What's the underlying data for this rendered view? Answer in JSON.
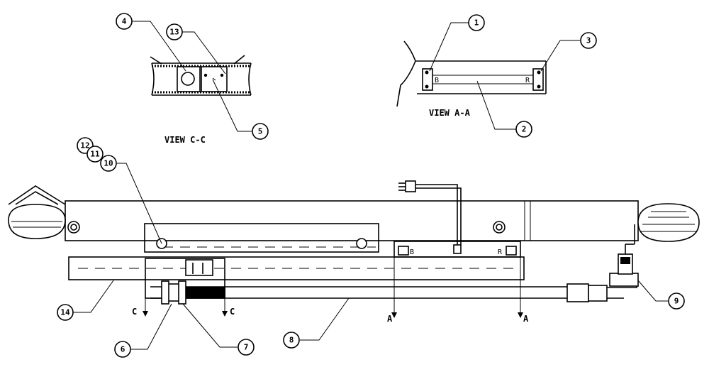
{
  "views": {
    "view_cc_label": "VIEW C-C",
    "view_aa_label": "VIEW A-A",
    "cc_left_section": "C",
    "cc_right_section": "C",
    "aa_left_section": "A",
    "aa_right_section": "A",
    "sensor_marker_left": "B",
    "sensor_marker_right": "R"
  },
  "balloons": {
    "b1": "1",
    "b2": "2",
    "b3": "3",
    "b4": "4",
    "b5": "5",
    "b6": "6",
    "b7": "7",
    "b8": "8",
    "b9": "9",
    "b10": "10",
    "b11": "11",
    "b12": "12",
    "b13": "13",
    "b14": "14"
  }
}
